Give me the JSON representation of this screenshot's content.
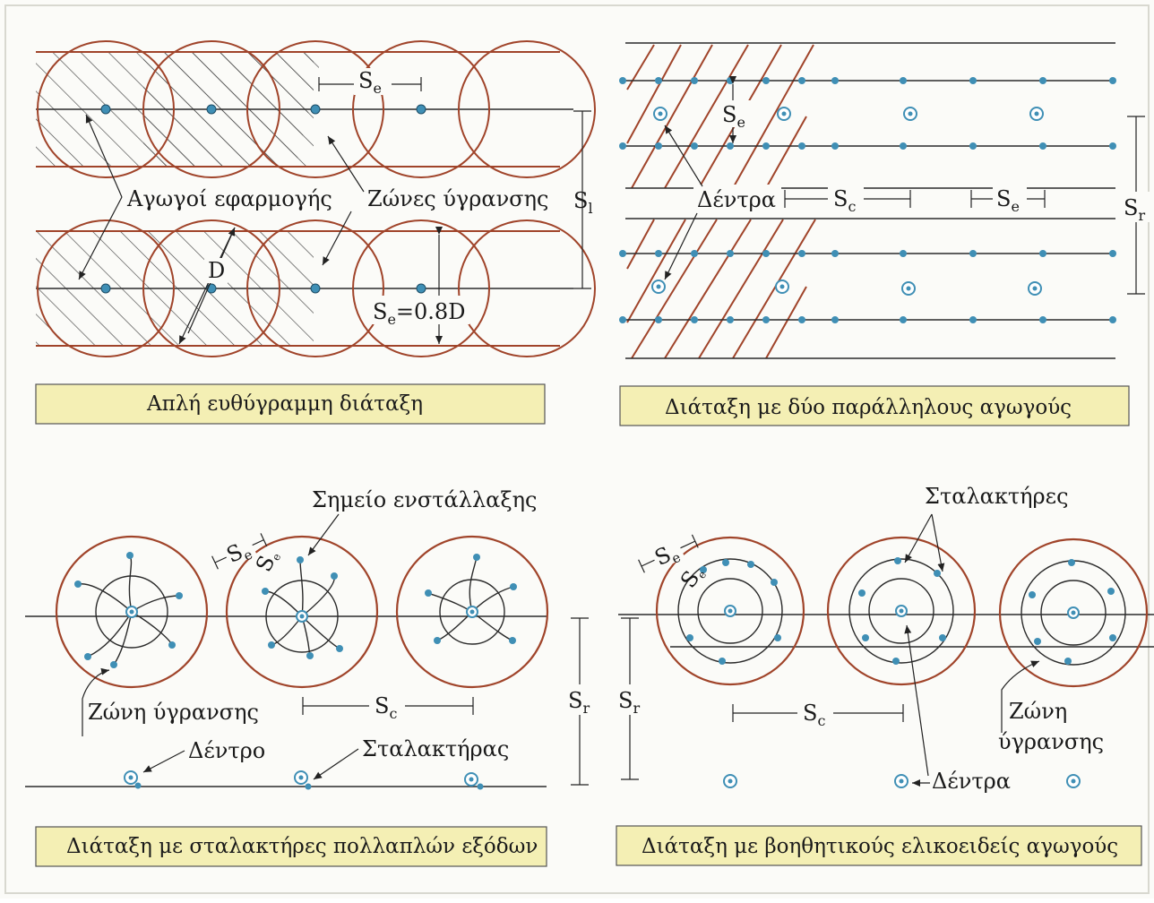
{
  "colors": {
    "zone_circle": "#a0442a",
    "line": "#2a2a2a",
    "emitter": "#3f8fb5",
    "caption_fill": "#f4efb4",
    "hatch": "#444444"
  },
  "panel1": {
    "label_lines": "Αγωγοί εφαρμογής",
    "label_zones": "Ζώνες ύγρανσης",
    "label_D": "D",
    "label_se": "S",
    "label_se_sub": "e",
    "label_se_eq": "S",
    "label_se_eq_sub": "e",
    "label_se_eq_rest": "=0.8D",
    "label_sl": "S",
    "label_sl_sub": "l",
    "caption": "Απλή ευθύγραμμη διάταξη"
  },
  "panel2": {
    "label_trees": "Δέντρα",
    "label_se": "S",
    "label_se_sub": "e",
    "label_sc": "S",
    "label_sc_sub": "c",
    "label_se2": "S",
    "label_se2_sub": "e",
    "label_sr": "S",
    "label_sr_sub": "r",
    "caption": "Διάταξη με δύο παράλληλους αγωγούς"
  },
  "panel3": {
    "label_install": "Σημείο ενστάλλαξης",
    "label_se": "S",
    "label_se_sub": "e",
    "label_se_small": "S",
    "label_se_small_sub": "e",
    "label_zone": "Ζώνη ύγρανσης",
    "label_sc": "S",
    "label_sc_sub": "c",
    "label_sr": "S",
    "label_sr_sub": "r",
    "label_tree": "Δέντρο",
    "label_emitter": "Σταλακτήρας",
    "caption": "Διάταξη με σταλακτήρες πολλαπλών εξόδων"
  },
  "panel4": {
    "label_emitters": "Σταλακτήρες",
    "label_se": "S",
    "label_se_sub": "e",
    "label_se_small": "S",
    "label_se_small_sub": "e",
    "label_sr": "S",
    "label_sr_sub": "r",
    "label_sc": "S",
    "label_sc_sub": "c",
    "label_zone_1": "Ζώνη",
    "label_zone_2": "ύγρανσης",
    "label_trees": "Δέντρα",
    "caption": "Διάταξη με βοηθητικούς ελικοειδείς αγωγούς"
  }
}
